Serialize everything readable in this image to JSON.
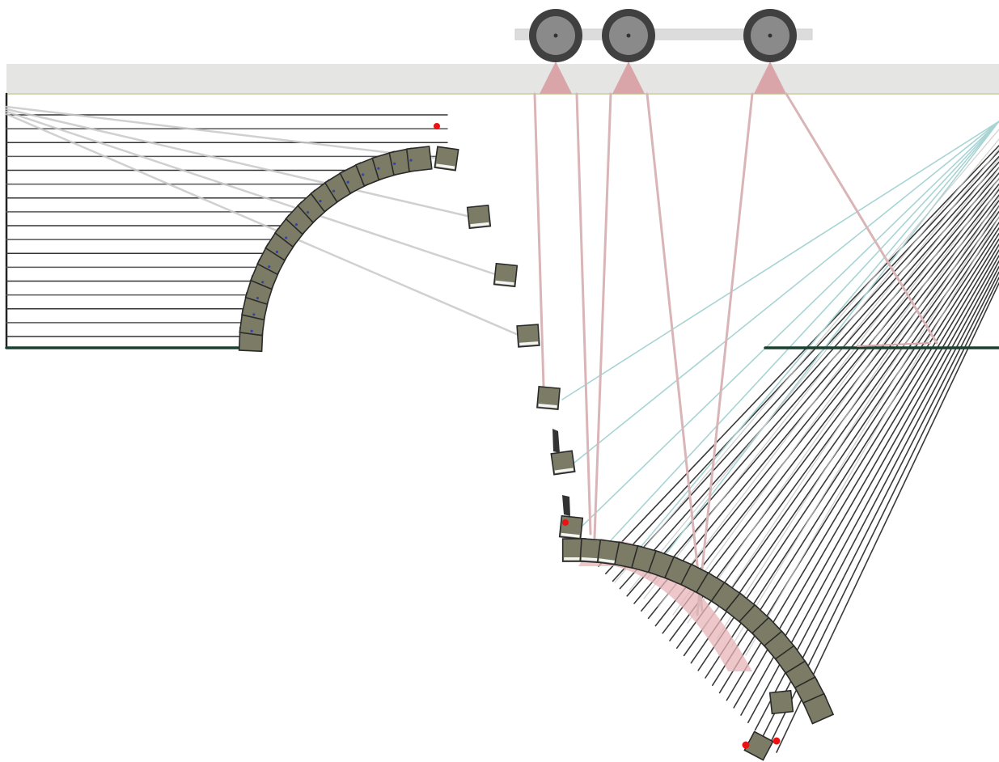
{
  "diagram": {
    "kind": "physics-simulation",
    "background": "#ffffff",
    "colors": {
      "ceiling": "#e5e5e3",
      "ceiling_edge": "#c8cc92",
      "rail": "#dcdcdc",
      "wheel_outer": "#404040",
      "wheel_inner": "#8a8a8a",
      "wheel_hub": "#333333",
      "anchor_cone": "#d9a5a8",
      "cable_pink": "#d9b5b8",
      "string_dark": "#3a3a3a",
      "string_light": "#c8c8c8",
      "string_teal": "#a8d4d4",
      "block_fill": "#7c7c66",
      "block_border": "#2a2a2a",
      "block_joint": "#3344aa",
      "ledge": "#1a4030",
      "contact_point": "#ee1111",
      "contact_blob": "#e8b4b8"
    },
    "wheels": [
      "pulley-wheel-1",
      "pulley-wheel-2",
      "pulley-wheel-3"
    ],
    "left_arch_blocks": 17,
    "falling_blocks": 7,
    "right_arch_blocks": 18,
    "labels": []
  }
}
